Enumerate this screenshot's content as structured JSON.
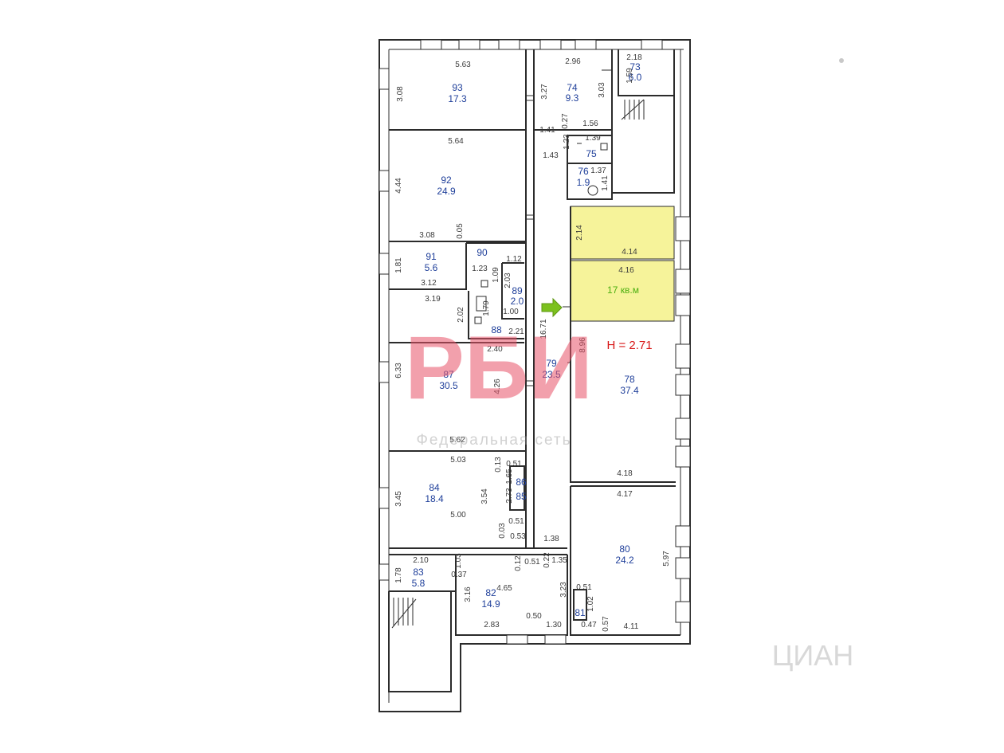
{
  "rooms": {
    "r93": {
      "num": "93",
      "area": "17.3"
    },
    "r92": {
      "num": "92",
      "area": "24.9"
    },
    "r91": {
      "num": "91",
      "area": "5.6"
    },
    "r90": {
      "num": "90"
    },
    "r89": {
      "num": "89",
      "area": "2.0"
    },
    "r88": {
      "num": "88"
    },
    "r87": {
      "num": "87",
      "area": "30.5"
    },
    "r86": {
      "num": "86"
    },
    "r85": {
      "num": "85"
    },
    "r84": {
      "num": "84",
      "area": "18.4"
    },
    "r83": {
      "num": "83",
      "area": "5.8"
    },
    "r82": {
      "num": "82",
      "area": "14.9"
    },
    "r81": {
      "num": "81"
    },
    "r80": {
      "num": "80",
      "area": "24.2"
    },
    "r79": {
      "num": "79",
      "area": "23.5"
    },
    "r78": {
      "num": "78",
      "area": "37.4"
    },
    "r76": {
      "num": "76",
      "area": "1.9"
    },
    "r75": {
      "num": "75"
    },
    "r74": {
      "num": "74",
      "area": "9.3"
    },
    "r73": {
      "num": "73",
      "area": "6.0"
    }
  },
  "dims": {
    "d563": "5.63",
    "d308a": "3.08",
    "d564": "5.64",
    "d444": "4.44",
    "d308b": "3.08",
    "d005": "0.05",
    "d181": "1.81",
    "d312": "3.12",
    "d123": "1.23",
    "d112": "1.12",
    "d109": "1.09",
    "d203": "2.03",
    "d319": "3.19",
    "d202": "2.02",
    "d179": "1.79",
    "d100": "1.00",
    "d221": "2.21",
    "d240": "2.40",
    "d633": "6.33",
    "d426": "4.26",
    "d562": "5.62",
    "d1671": "16.71",
    "d896": "8.96",
    "d296": "2.96",
    "d327": "3.27",
    "d303": "3.03",
    "d218": "2.18",
    "d159": "1.59",
    "d141": "1.41",
    "d027": "0.27",
    "d156": "1.56",
    "d123b": "1.23",
    "d139": "1.39",
    "d143": "1.43",
    "d137": "1.37",
    "d141b": "1.41",
    "d214": "2.14",
    "d414": "4.14",
    "d416": "4.16",
    "d418": "4.18",
    "d417": "4.17",
    "d597": "5.97",
    "d503": "5.03",
    "d013": "0.13",
    "d051a": "0.51",
    "d165": "1.65",
    "d345": "3.45",
    "d354": "3.54",
    "d273": "2.73",
    "d500": "5.00",
    "d051b": "0.51",
    "d003": "0.03",
    "d053": "0.53",
    "d138": "1.38",
    "d210": "2.10",
    "d103": "1.03",
    "d178": "1.78",
    "d037": "0.37",
    "d012": "0.12",
    "d051c": "0.51",
    "d022": "0.22",
    "d135": "1.35",
    "d316": "3.16",
    "d465": "4.65",
    "d323": "3.23",
    "d051d": "0.51",
    "d102": "1.02",
    "d283": "2.83",
    "d050": "0.50",
    "d130": "1.30",
    "d047": "0.47",
    "d057": "0.57",
    "d411": "4.11"
  },
  "highlight": {
    "label": "17 кв.м",
    "fill": "#f6f39a"
  },
  "height_label": "H = 2.71",
  "watermark": {
    "logo": "РБИ",
    "tagline": "Федеральная  сеть",
    "cian": "ЦИАН",
    "logo_color": "#e8546a"
  },
  "arrow": {
    "color": "#7cc11e"
  }
}
